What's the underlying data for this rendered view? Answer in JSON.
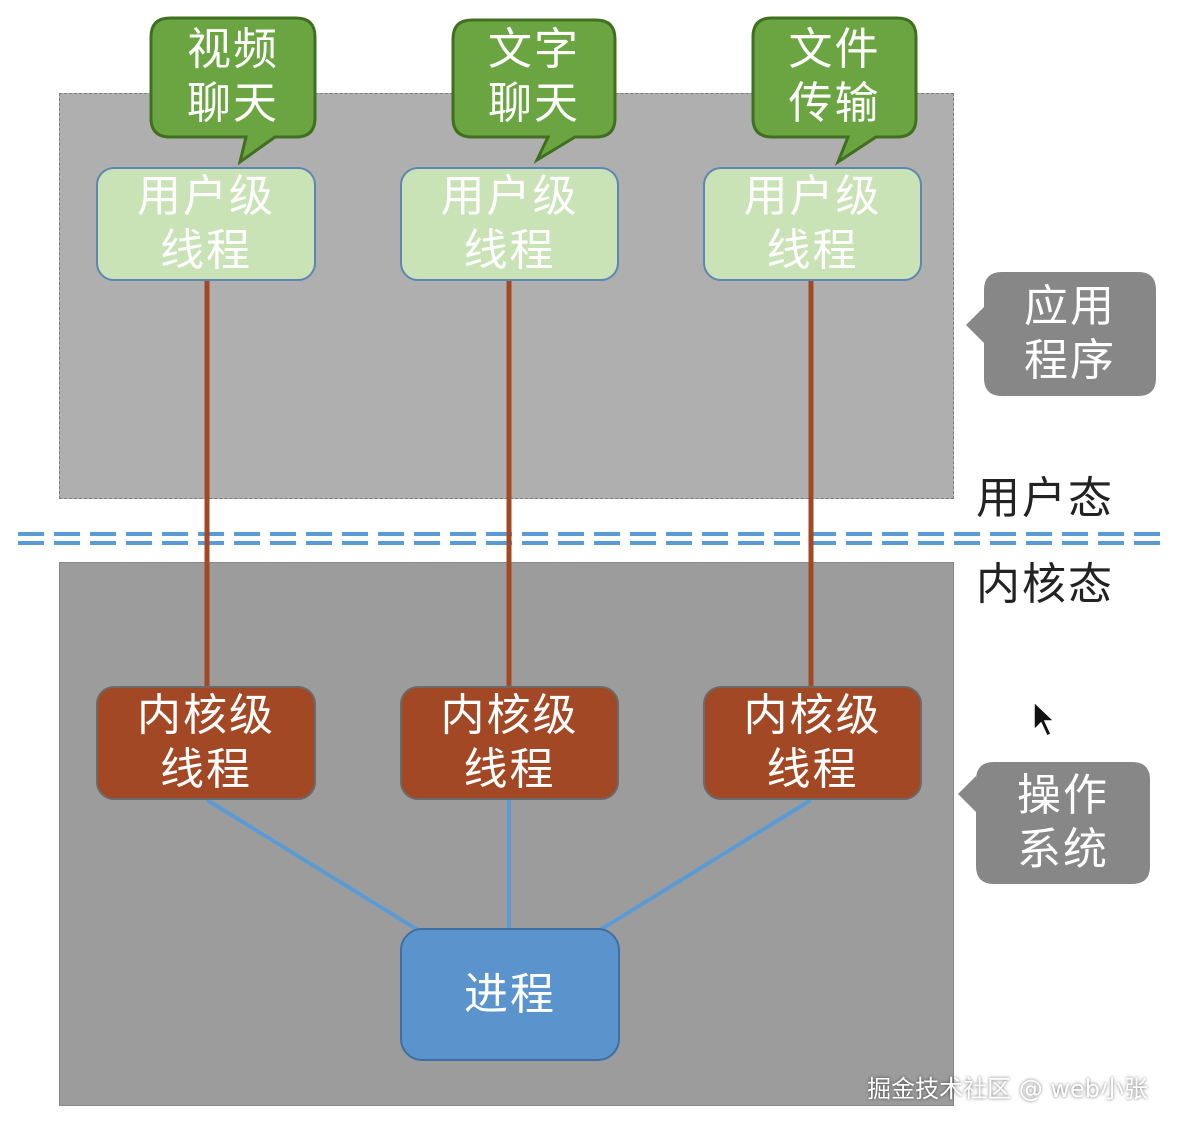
{
  "callouts": [
    {
      "text": "视频\n聊天"
    },
    {
      "text": "文字\n聊天"
    },
    {
      "text": "文件\n传输"
    }
  ],
  "user_threads": [
    {
      "text": "用户级\n线程"
    },
    {
      "text": "用户级\n线程"
    },
    {
      "text": "用户级\n线程"
    }
  ],
  "kernel_threads": [
    {
      "text": "内核级\n线程"
    },
    {
      "text": "内核级\n线程"
    },
    {
      "text": "内核级\n线程"
    }
  ],
  "process": {
    "text": "进程"
  },
  "side_labels": {
    "application": "应用\n程序",
    "os": "操作\n系统"
  },
  "modes": {
    "user": "用户态",
    "kernel": "内核态"
  },
  "watermark": "掘金技术社区 @ web小张",
  "colors": {
    "user_region": "#afafaf",
    "kernel_region": "#9c9c9c",
    "callout_green": "#6aa541",
    "user_thread": "#c9e3b7",
    "kernel_thread": "#a34825",
    "process": "#5b93cc",
    "thread_link": "#a34825",
    "process_link": "#5b9bd5",
    "boundary_line": "#5b9bd5"
  }
}
